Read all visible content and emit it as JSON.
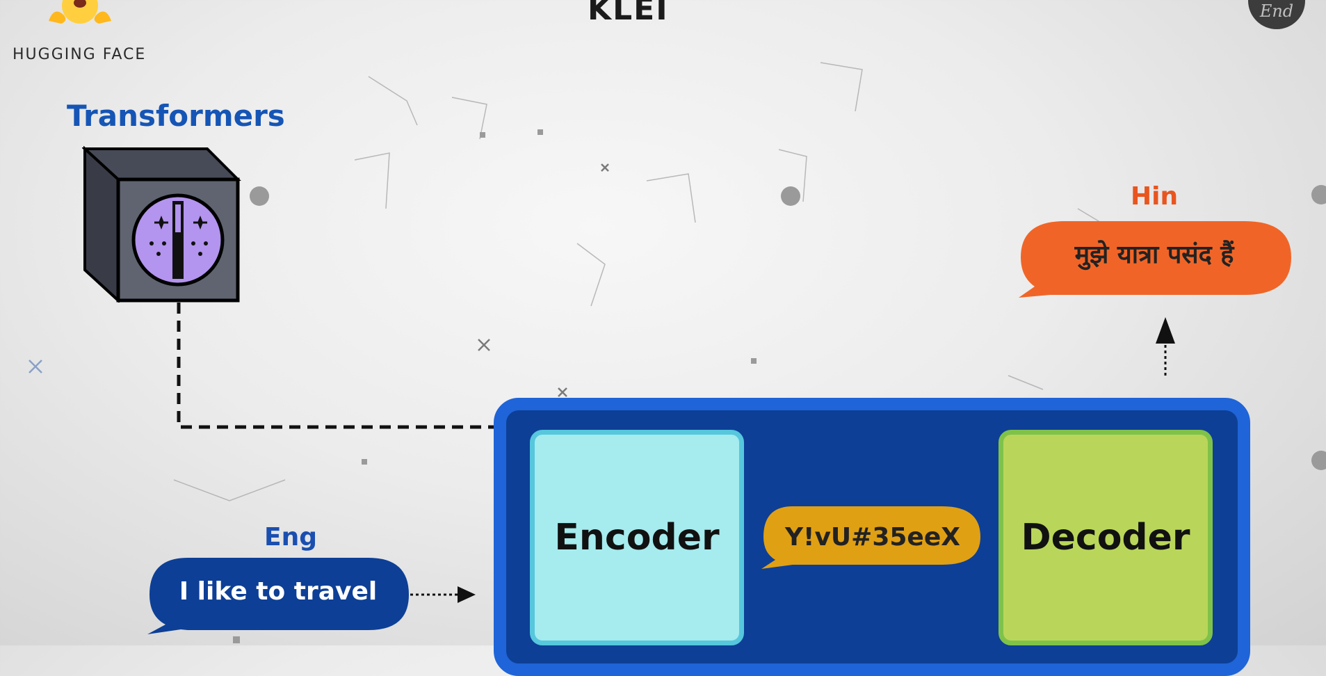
{
  "header": {
    "logo_text": "HUGGING FACE",
    "center_mark": "KLEI",
    "corner_badge": "End"
  },
  "diagram": {
    "title": "Transformers",
    "input": {
      "language": "Eng",
      "text": "I like to travel"
    },
    "output": {
      "language": "Hin",
      "text": "मुझे यात्रा पसंद हैं"
    },
    "latent": {
      "text": "Y!vU#35eeX"
    },
    "blocks": {
      "encoder": "Encoder",
      "decoder": "Decoder"
    }
  },
  "colors": {
    "title_blue": "#1555b5",
    "hin_orange": "#e8551f",
    "eng_bubble": "#0d3f96",
    "latent_bubble": "#e0a014",
    "panel_outer": "#1f64d8",
    "panel_inner": "#0d3f96",
    "encoder_fill": "#a6ebee",
    "decoder_fill": "#b9d65a",
    "icon_purple": "#b394ee"
  }
}
